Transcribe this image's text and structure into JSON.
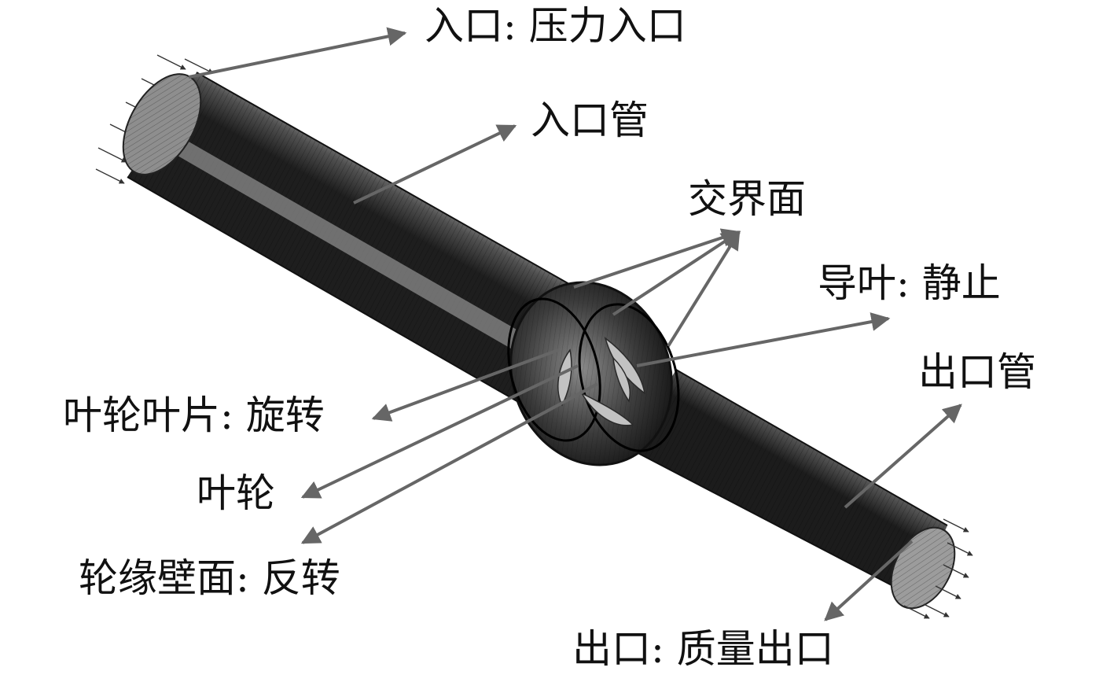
{
  "labels": {
    "inlet": "入口: 压力入口",
    "inlet_pipe": "入口管",
    "interface": "交界面",
    "guide_vane": "导叶: 静止",
    "outlet_pipe": "出口管",
    "impeller_blade": "叶轮叶片: 旋转",
    "impeller": "叶轮",
    "rim_wall": "轮缘壁面: 反转",
    "outlet": "出口: 质量出口"
  },
  "colors": {
    "pipe_dark": "#2b2b2b",
    "pipe_light": "#9a9a9a",
    "arrow": "#666666",
    "text": "#111111"
  }
}
